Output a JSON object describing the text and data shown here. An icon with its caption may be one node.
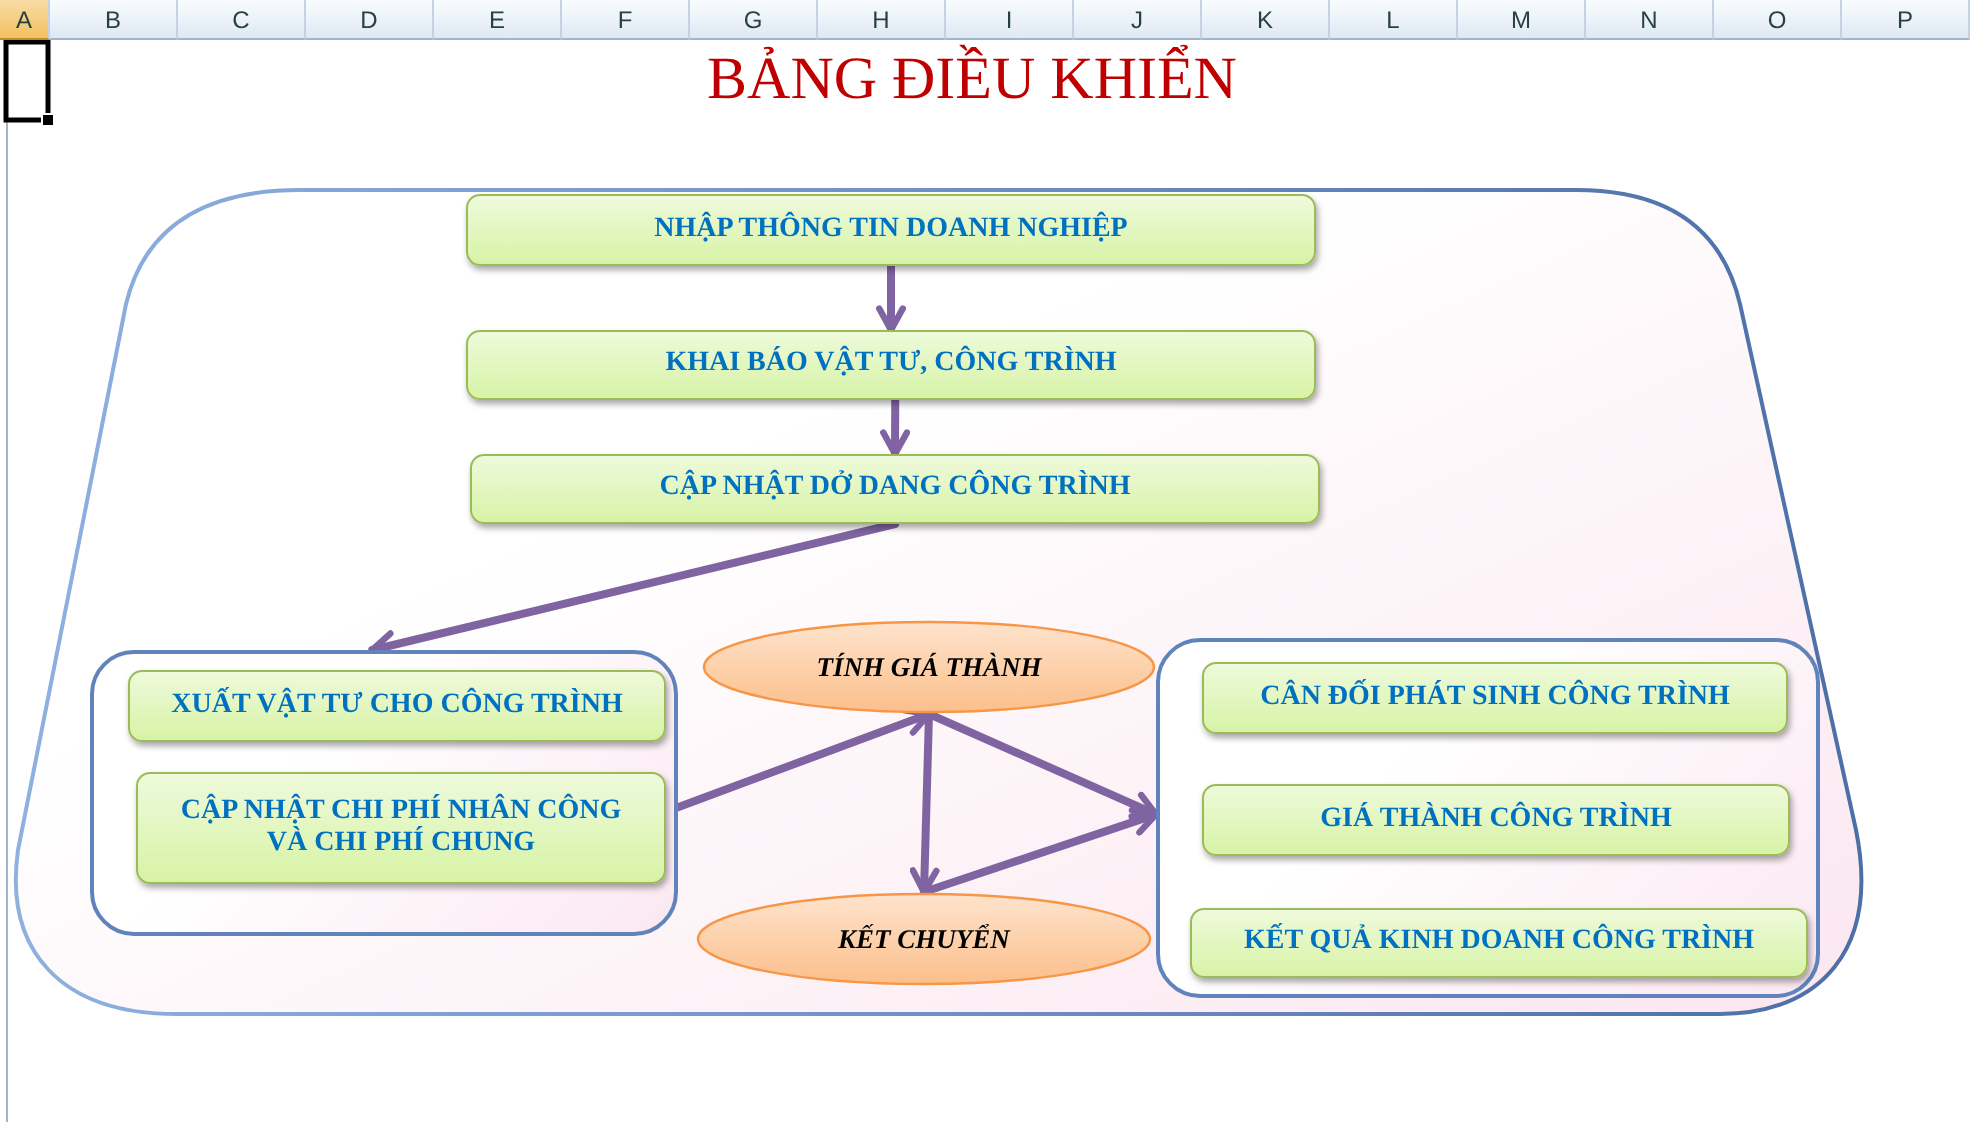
{
  "diagram": {
    "title": "BẢNG ĐIỀU KHIỂN",
    "nodes": [
      {
        "text": [],
        "shape": "box"
      },
      {
        "text": [
          "NHẬP THÔNG TIN DOANH NGHIỆP"
        ],
        "in": 0
      },
      {
        "text": [
          "KHAI BÁO VẬT TƯ, CÔNG TRÌNH"
        ],
        "in": 0
      },
      {
        "text": [
          "CẬP NHẬT DỞ DANG CÔNG TRÌNH"
        ],
        "in": 0
      },
      {
        "text": [],
        "shape": "box",
        "in": 0
      },
      {
        "text": [
          "XUẤT VẬT TƯ CHO CÔNG TRÌNH"
        ],
        "in": 4
      },
      {
        "text": [
          "CẬP NHẬT CHI PHÍ NHÂN CÔNG VÀ CHI PHÍ CHUNG"
        ],
        "in": 4
      },
      {
        "text": [
          "TÍNH GIÁ THÀNH"
        ],
        "in": 0
      },
      {
        "text": [
          "KẾT CHUYỂN"
        ],
        "in": 0
      },
      {
        "text": [],
        "shape": "box",
        "in": 0
      },
      {
        "text": [
          "CÂN ĐỐI PHÁT SINH CÔNG TRÌNH"
        ],
        "in": 9
      },
      {
        "text": [
          "GIÁ THÀNH CÔNG TRÌNH"
        ],
        "in": 9
      },
      {
        "text": [
          "KẾT QUẢ KINH DOANH CÔNG TRÌNH"
        ],
        "in": 9
      }
    ],
    "edges": [
      {
        "from": 1,
        "to": 2,
        "arrow": "to"
      },
      {
        "from": 2,
        "to": 3,
        "arrow": "to"
      },
      {
        "from": 3,
        "to": 4,
        "arrow": "to"
      },
      {
        "from": 4,
        "to": 7,
        "arrow": "to"
      },
      {
        "from": 7,
        "to": 8,
        "arrow": "to"
      },
      {
        "from": 7,
        "to": 9,
        "arrow": "to"
      },
      {
        "from": 8,
        "to": 9,
        "arrow": "to"
      }
    ],
    "labels": [
      "A",
      "B",
      "C",
      "D",
      "E",
      "F",
      "G",
      "H",
      "I",
      "J",
      "K",
      "L",
      "M",
      "N",
      "O",
      "P"
    ]
  }
}
